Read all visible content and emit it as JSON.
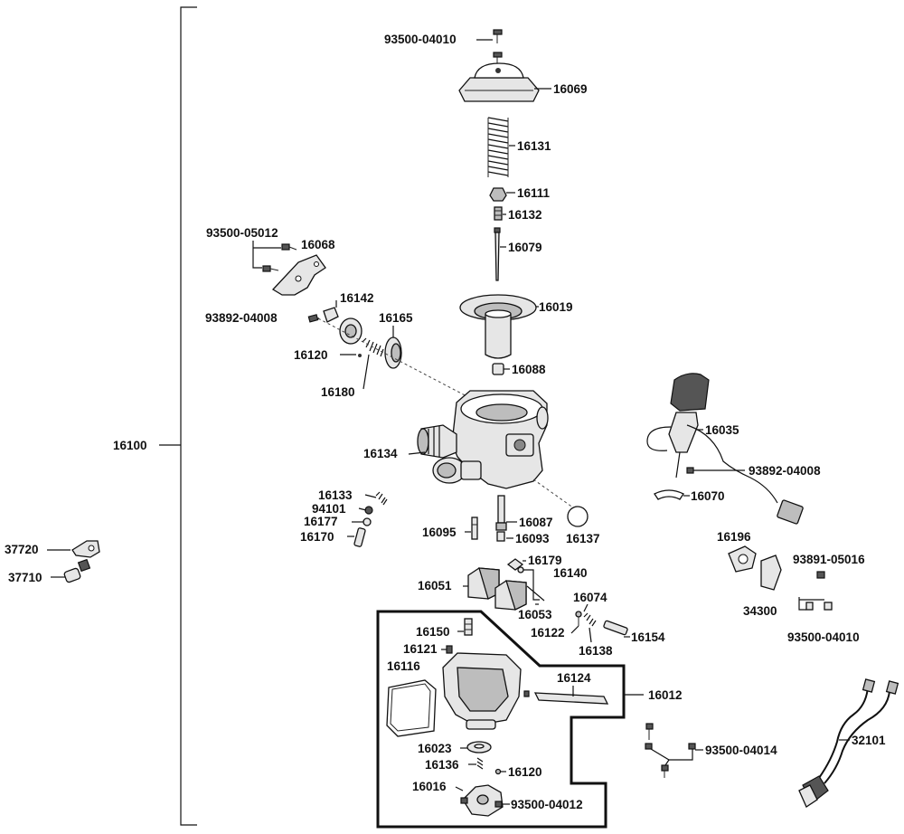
{
  "diagram": {
    "assembly_label": "16100",
    "subassembly_label": "16012",
    "labels": {
      "p93500_04010_top": "93500-04010",
      "p16069": "16069",
      "p16131": "16131",
      "p16111": "16111",
      "p16132": "16132",
      "p16079": "16079",
      "p16019": "16019",
      "p16088": "16088",
      "p93500_05012": "93500-05012",
      "p16068": "16068",
      "p16142": "16142",
      "p93892_04008_left": "93892-04008",
      "p16165": "16165",
      "p16120_left": "16120",
      "p16180": "16180",
      "p16134": "16134",
      "p16035": "16035",
      "p93892_04008_right": "93892-04008",
      "p16070": "16070",
      "p16133": "16133",
      "p94101": "94101",
      "p16177": "16177",
      "p16170": "16170",
      "p16095": "16095",
      "p16087": "16087",
      "p16093": "16093",
      "p16137": "16137",
      "p37720": "37720",
      "p37710": "37710",
      "p16179": "16179",
      "p16140": "16140",
      "p16051": "16051",
      "p16053": "16053",
      "p16074": "16074",
      "p16122": "16122",
      "p16138": "16138",
      "p16154": "16154",
      "p16196": "16196",
      "p93891_05016": "93891-05016",
      "p34300": "34300",
      "p93500_04010_right": "93500-04010",
      "p16150": "16150",
      "p16121": "16121",
      "p16116": "16116",
      "p16124": "16124",
      "p16023": "16023",
      "p16136": "16136",
      "p16120_bottom": "16120",
      "p16016": "16016",
      "p93500_04012": "93500-04012",
      "p93500_04014": "93500-04014",
      "p32101": "32101"
    }
  }
}
